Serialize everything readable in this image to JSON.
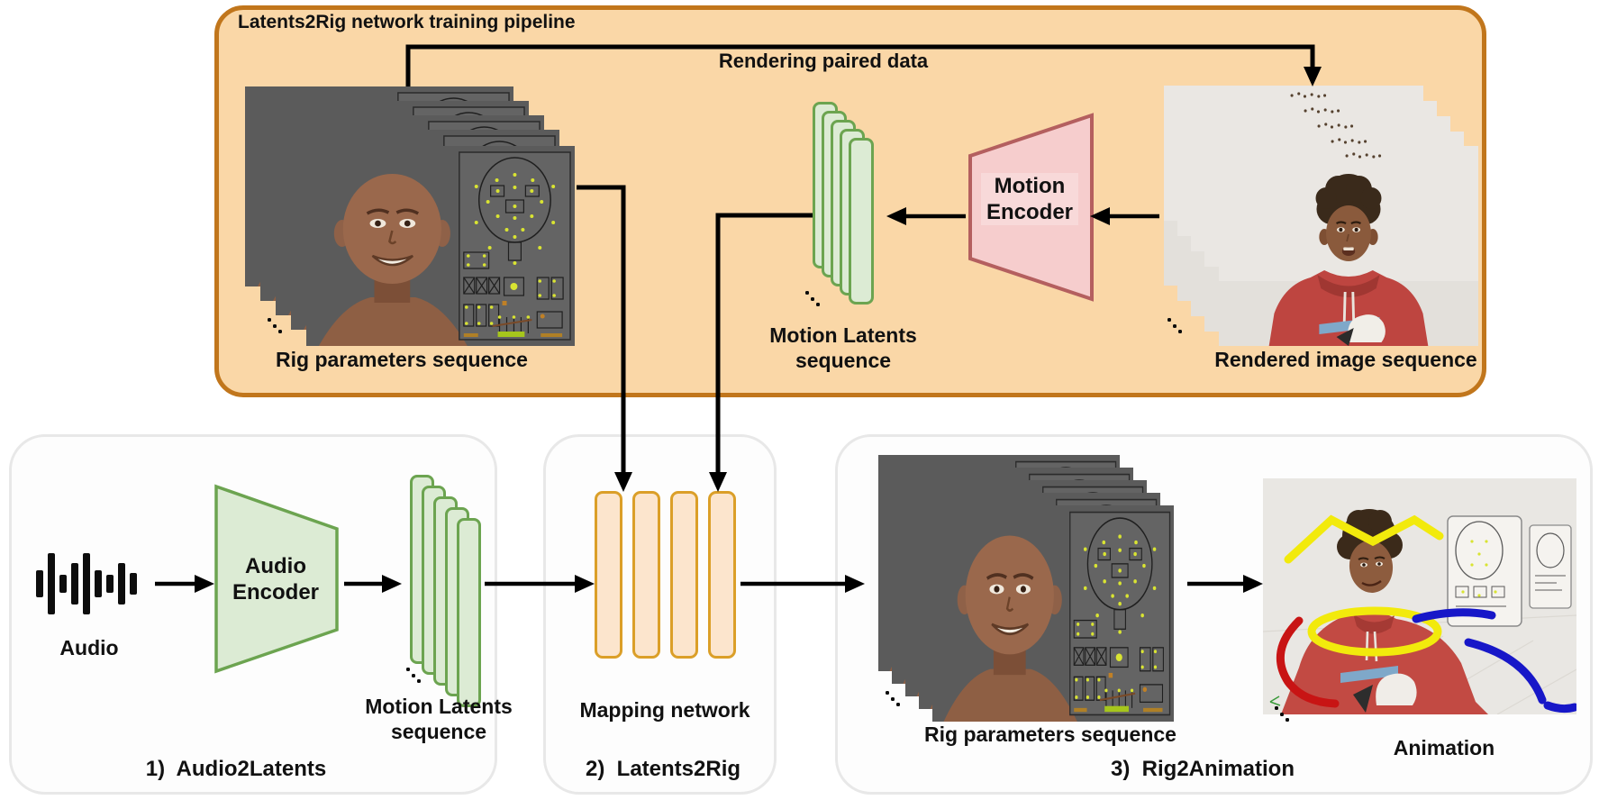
{
  "colors": {
    "orange-fill": "#FAD7A7",
    "orange-border": "#C1761C",
    "green-fill": "#DCEBD4",
    "green-stroke": "#6CA450",
    "pink-fill": "#F6CDCD",
    "pink-stroke": "#B45F5F",
    "map-fill": "#FCE5CD",
    "map-stroke": "#DB9F28",
    "stage-border": "#E8E8E8",
    "ink": "#111111",
    "arrow": "#000000",
    "annotation-yellow": "#F2EA0C",
    "annotation-red": "#C81414",
    "annotation-blue": "#1717C8"
  },
  "training": {
    "title": "Latents2Rig network training pipeline",
    "rendering_label": "Rendering paired data",
    "rig_stack_label": "Rig parameters sequence",
    "latents_label": {
      "line1": "Motion Latents",
      "line2": "sequence"
    },
    "encoder_label": {
      "line1": "Motion",
      "line2": "Encoder"
    },
    "rendered_stack_label": "Rendered image sequence"
  },
  "stage1": {
    "audio_label": "Audio",
    "encoder_label": {
      "line1": "Audio",
      "line2": "Encoder"
    },
    "latents_label": {
      "line1": "Motion Latents",
      "line2": "sequence"
    },
    "caption": "1)  Audio2Latents"
  },
  "stage2": {
    "network_label": "Mapping network",
    "caption": "2)  Latents2Rig"
  },
  "stage3": {
    "rig_stack_label": "Rig parameters sequence",
    "animation_label": "Animation",
    "caption": "3)  Rig2Animation"
  }
}
